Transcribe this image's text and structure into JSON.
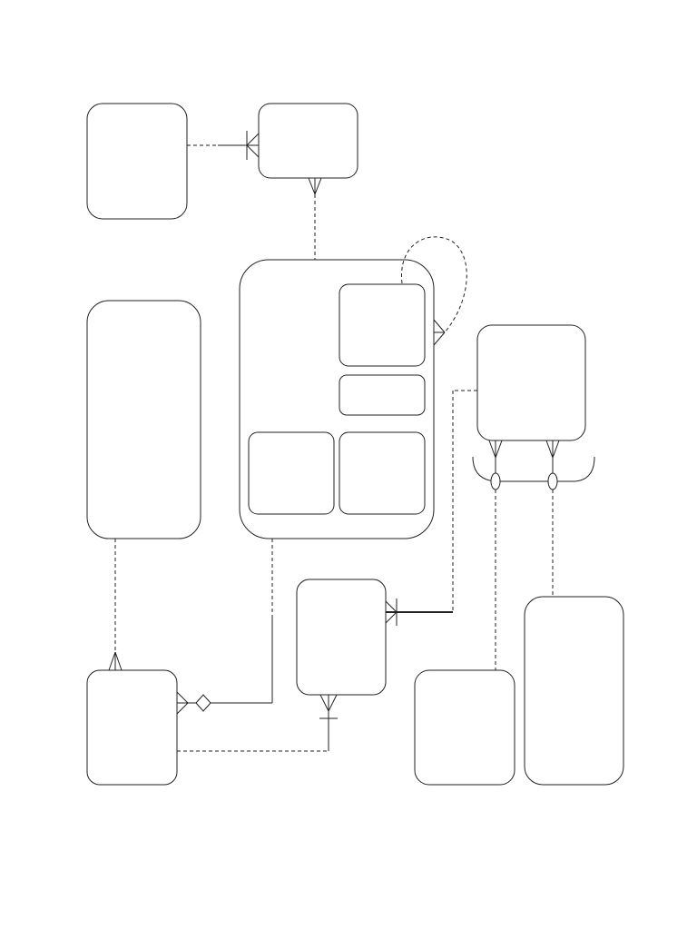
{
  "diagram": {
    "type": "entity-relationship",
    "notation": "crows-foot",
    "colors": {
      "background": "#ffffff",
      "stroke": "#222222"
    },
    "entities": [
      {
        "id": "entity-top-left",
        "label": ""
      },
      {
        "id": "entity-top-center",
        "label": ""
      },
      {
        "id": "entity-left-tall",
        "label": ""
      },
      {
        "id": "entity-center-supertype",
        "label": "",
        "subtypes": [
          "subtype-top",
          "subtype-middle",
          "subtype-bottom-left",
          "subtype-bottom-right"
        ]
      },
      {
        "id": "entity-right-upper",
        "label": ""
      },
      {
        "id": "entity-center-lower",
        "label": ""
      },
      {
        "id": "entity-bottom-left",
        "label": ""
      },
      {
        "id": "entity-bottom-middle",
        "label": ""
      },
      {
        "id": "entity-bottom-right",
        "label": ""
      }
    ],
    "relationships": [
      {
        "from": "entity-top-left",
        "to": "entity-top-center",
        "style": "dashed",
        "end": "one-or-many"
      },
      {
        "from": "entity-top-center",
        "to": "entity-center-supertype",
        "style": "dashed",
        "end": "many"
      },
      {
        "from": "entity-center-supertype",
        "to": "entity-center-supertype",
        "style": "dashed",
        "end": "many",
        "kind": "recursive"
      },
      {
        "from": "entity-left-tall",
        "to": "entity-bottom-left",
        "style": "dashed",
        "end": "many"
      },
      {
        "from": "entity-center-supertype",
        "to": "entity-bottom-left",
        "style": "solid",
        "end": "many",
        "kind": "aggregation"
      },
      {
        "from": "entity-right-upper",
        "to": "entity-center-lower",
        "style": "dashed",
        "end": "one-or-many"
      },
      {
        "from": "entity-bottom-left",
        "to": "entity-center-lower",
        "style": "dashed",
        "end": "one-or-many"
      },
      {
        "from": "entity-right-upper",
        "to": "entity-bottom-middle",
        "style": "dashed",
        "end": "many",
        "kind": "exclusive-arc"
      },
      {
        "from": "entity-right-upper",
        "to": "entity-bottom-right",
        "style": "dashed",
        "end": "many",
        "kind": "exclusive-arc"
      }
    ]
  }
}
